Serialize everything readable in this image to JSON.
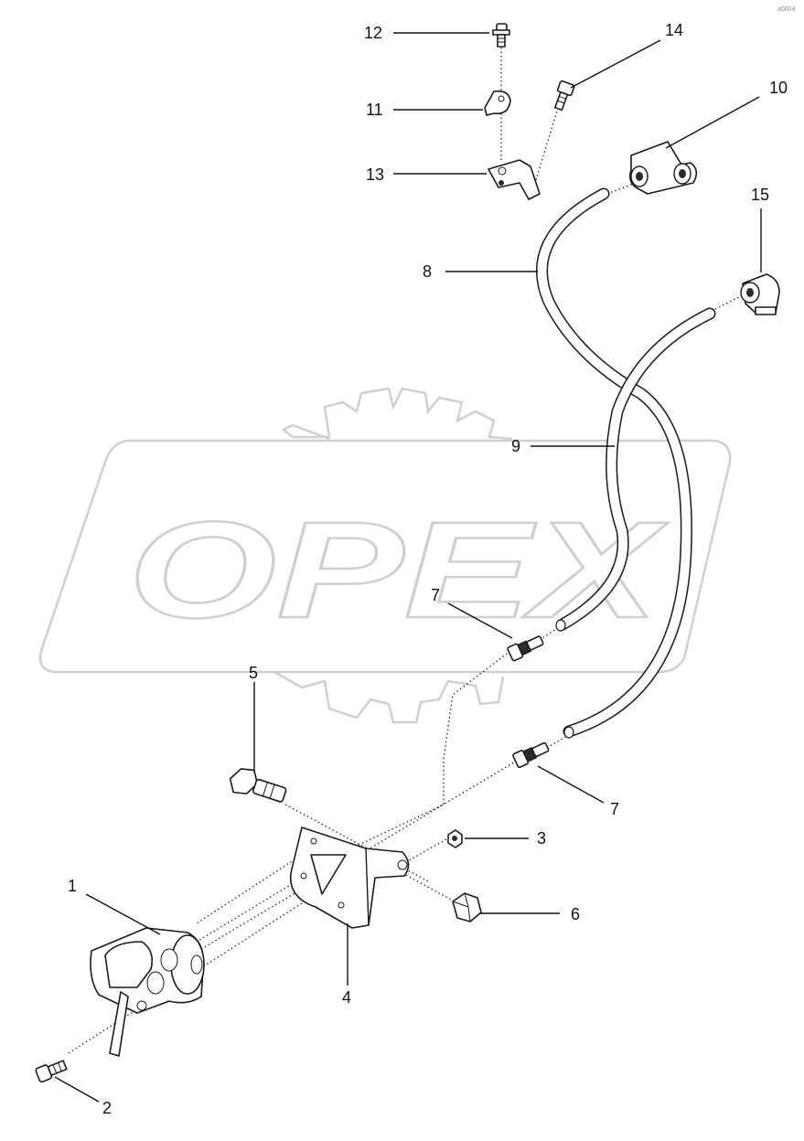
{
  "watermark": {
    "text": "OPEX",
    "color": "#cfcfcf"
  },
  "corner_stamp": "a0004",
  "callouts": {
    "c1": "1",
    "c2": "2",
    "c3": "3",
    "c4": "4",
    "c5": "5",
    "c6": "6",
    "c7a": "7",
    "c7b": "7",
    "c8": "8",
    "c9": "9",
    "c10": "10",
    "c11": "11",
    "c12": "12",
    "c13": "13",
    "c14": "14",
    "c15": "15"
  }
}
